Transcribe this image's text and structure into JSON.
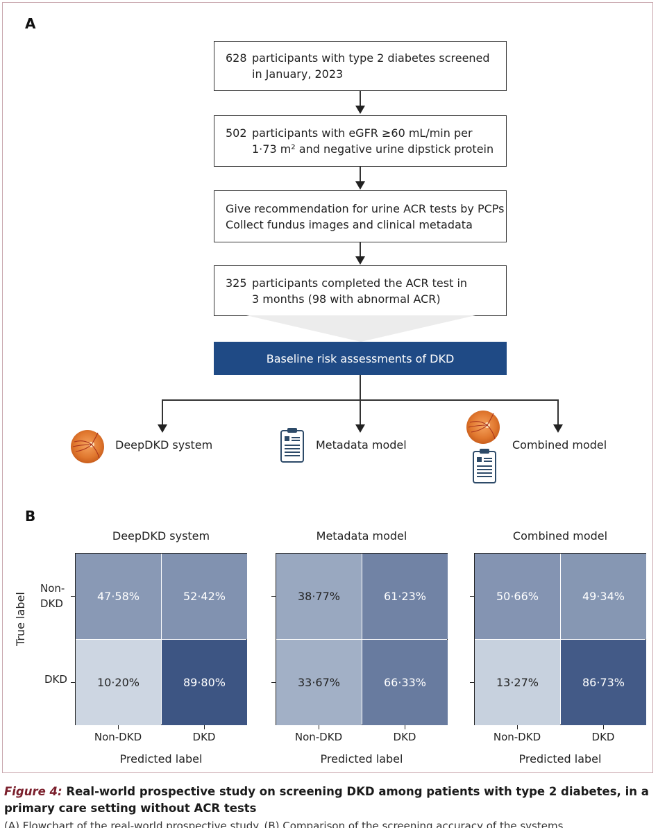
{
  "panel_a": {
    "label": "A",
    "flow": [
      {
        "num": "628",
        "line1": "participants with type 2 diabetes screened",
        "line2": "in January, 2023"
      },
      {
        "num": "502",
        "line1": "participants with eGFR ≥60 mL/min per",
        "line2": "1·73 m² and negative urine dipstick protein"
      },
      {
        "num": "",
        "line1": "Give recommendation for urine ACR tests by PCPs",
        "line2": "Collect fundus images and clinical metadata"
      },
      {
        "num": "325",
        "line1": "participants completed the ACR test in",
        "line2": "3 months (98 with abnormal ACR)"
      }
    ],
    "baseline": "Baseline risk assessments of DKD",
    "models": [
      {
        "label": "DeepDKD system",
        "icon": "retina-icon"
      },
      {
        "label": "Metadata model",
        "icon": "clipboard-icon"
      },
      {
        "label": "Combined model",
        "icon": "retina-and-clipboard-icon"
      }
    ]
  },
  "panel_b": {
    "label": "B",
    "y_axis_title": "True label",
    "x_axis_title": "Predicted label",
    "row_labels": [
      "Non-\nDKD",
      "DKD"
    ],
    "row_label_lines": [
      [
        "Non-",
        "DKD"
      ],
      [
        "DKD"
      ]
    ],
    "col_labels": [
      "Non-DKD",
      "DKD"
    ]
  },
  "chart_data": [
    {
      "type": "heatmap",
      "title": "DeepDKD system",
      "xlabel": "Predicted label",
      "ylabel": "True label",
      "x_categories": [
        "Non-DKD",
        "DKD"
      ],
      "y_categories": [
        "Non-DKD",
        "DKD"
      ],
      "values": [
        [
          47.58,
          52.42
        ],
        [
          10.2,
          89.8
        ]
      ],
      "labels": [
        [
          "47·58%",
          "52·42%"
        ],
        [
          "10·20%",
          "89·80%"
        ]
      ]
    },
    {
      "type": "heatmap",
      "title": "Metadata model",
      "xlabel": "Predicted label",
      "ylabel": "True label",
      "x_categories": [
        "Non-DKD",
        "DKD"
      ],
      "y_categories": [
        "Non-DKD",
        "DKD"
      ],
      "values": [
        [
          38.77,
          61.23
        ],
        [
          33.67,
          66.33
        ]
      ],
      "labels": [
        [
          "38·77%",
          "61·23%"
        ],
        [
          "33·67%",
          "66·33%"
        ]
      ]
    },
    {
      "type": "heatmap",
      "title": "Combined model",
      "xlabel": "Predicted label",
      "ylabel": "True label",
      "x_categories": [
        "Non-DKD",
        "DKD"
      ],
      "y_categories": [
        "Non-DKD",
        "DKD"
      ],
      "values": [
        [
          50.66,
          49.34
        ],
        [
          13.27,
          86.73
        ]
      ],
      "labels": [
        [
          "50·66%",
          "49·34%"
        ],
        [
          "13·27%",
          "86·73%"
        ]
      ]
    }
  ],
  "caption": {
    "figure_label": "Figure 4:",
    "text": "Real-world prospective study on screening DKD among patients with type 2 diabetes, in a primary care setting without ACR tests",
    "sub": "(A) Flowchart of the real-world prospective study. (B) Comparison of the screening accuracy of the systems."
  },
  "colors": {
    "baseline_box": "#1f4a85",
    "heat_low": "#dfe6ee",
    "heat_high": "#2b4577",
    "caption_label": "#7a1e2b"
  }
}
